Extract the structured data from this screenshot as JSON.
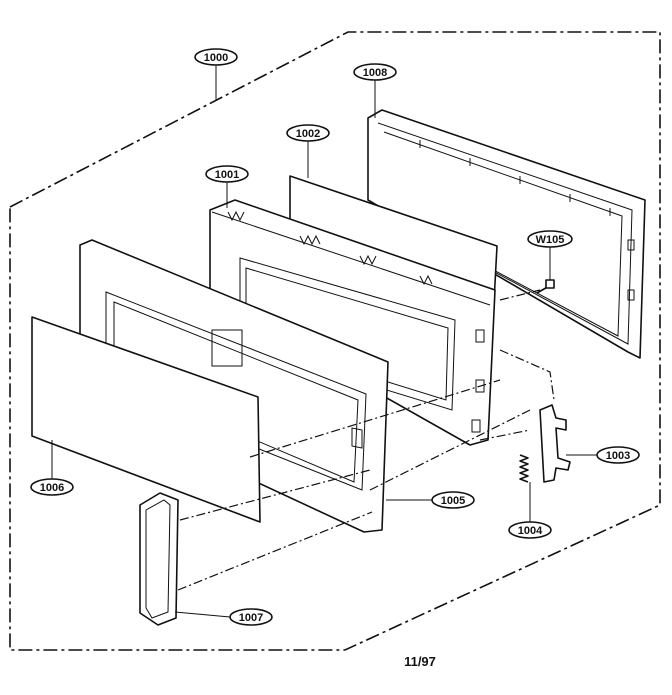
{
  "parts": {
    "p1000": "1000",
    "p1001": "1001",
    "p1002": "1002",
    "p1003": "1003",
    "p1004": "1004",
    "p1005": "1005",
    "p1006": "1006",
    "p1007": "1007",
    "p1008": "1008",
    "pW105": "W105"
  },
  "footer": {
    "date": "11/97"
  }
}
